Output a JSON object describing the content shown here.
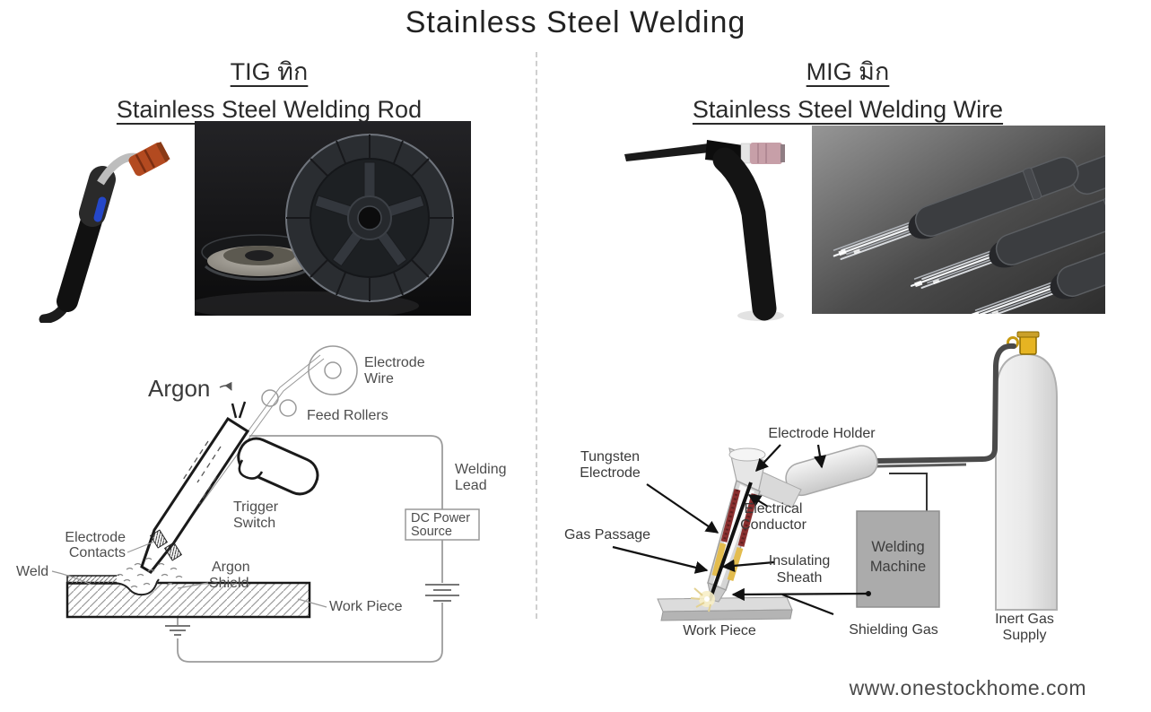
{
  "page": {
    "title": "Stainless Steel Welding",
    "footer": "www.onestockhome.com"
  },
  "left": {
    "heading_top": "TIG ทิก",
    "heading_bottom": "Stainless Steel Welding Rod",
    "diagram": {
      "argon": "Argon",
      "electrode_wire": [
        "Electrode",
        "Wire"
      ],
      "feed_rollers": "Feed Rollers",
      "trigger_switch": [
        "Trigger",
        "Switch"
      ],
      "welding_lead": [
        "Welding",
        "Lead"
      ],
      "dc_power_source": [
        "DC Power",
        "Source"
      ],
      "electrode_contacts": [
        "Electrode",
        "Contacts"
      ],
      "weld": "Weld",
      "argon_shield": [
        "Argon",
        "Shield"
      ],
      "work_piece": "Work Piece"
    }
  },
  "right": {
    "heading_top": "MIG มิก",
    "heading_bottom": "Stainless Steel Welding Wire",
    "diagram": {
      "electrode_holder": "Electrode Holder",
      "tungsten_electrode": [
        "Tungsten",
        "Electrode"
      ],
      "gas_passage": "Gas Passage",
      "electrical_conductor": [
        "Electrical",
        "Conductor"
      ],
      "insulating_sheath": [
        "Insulating",
        "Sheath"
      ],
      "welding_machine": [
        "Welding",
        "Machine"
      ],
      "work_piece": "Work Piece",
      "shielding_gas": "Shielding Gas",
      "inert_gas_supply": [
        "Inert Gas",
        "Supply"
      ]
    }
  },
  "colors": {
    "mig_torch_tip_orange": "#b34a20",
    "mig_grip_blue": "#2447c9",
    "tig_nozzle_pink": "#c79fa8",
    "electrical_conductor_red": "#8a2f2f",
    "gas_passage_yellow": "#e3bc4e",
    "valve_yellow": "#e6b422",
    "machine_gray": "#ababab",
    "diagram_label_gray": "#4d4d4d"
  }
}
